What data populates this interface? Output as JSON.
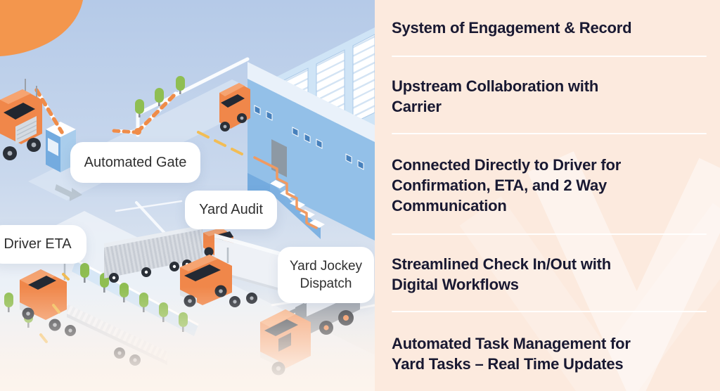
{
  "colors": {
    "accent_orange": "#f2914b",
    "panel_bg": "#fceade",
    "heading_text": "#191932",
    "divider": "#ffffff",
    "label_bg": "#ffffff",
    "label_text": "#303030",
    "sky_blue": "#b5cae8",
    "building_blue": "#93c0e8",
    "tree_green": "#8fbe52"
  },
  "illustration": {
    "labels": {
      "automated_gate": "Automated Gate",
      "yard_audit": "Yard Audit",
      "driver_eta": "Driver ETA",
      "yard_jockey_dispatch": "Yard Jockey Dispatch"
    }
  },
  "features": {
    "items": [
      {
        "lines": [
          "System of Engagement & Record"
        ]
      },
      {
        "lines": [
          "Upstream Collaboration with",
          "Carrier"
        ]
      },
      {
        "lines": [
          "Connected Directly to Driver for",
          "Confirmation, ETA, and 2 Way",
          "Communication"
        ]
      },
      {
        "lines": [
          "Streamlined Check In/Out with",
          "Digital Workflows"
        ]
      },
      {
        "lines": [
          "Automated Task Management for",
          "Yard Tasks – Real Time Updates"
        ]
      }
    ]
  }
}
